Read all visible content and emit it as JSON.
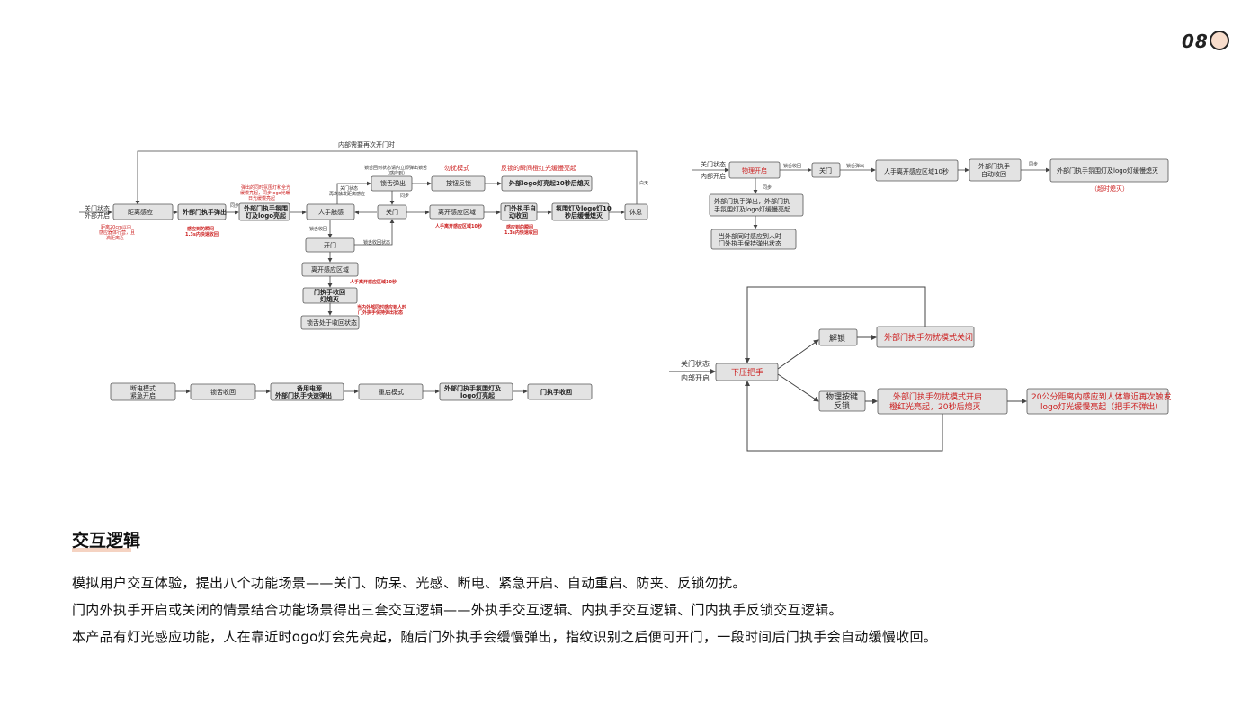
{
  "page": {
    "number": "08"
  },
  "flow1": {
    "top_loop_label": "内部需要再次开门时",
    "start_label_1": "关门状态",
    "start_label_2": "外部开启",
    "start_note_1": "距离20cm以内",
    "start_note_2": "感应器体行营，且",
    "start_note_3": "满距离近",
    "b_distance": "距离感应",
    "b_handle_out": "外部门执手弹出",
    "note_handle_1": "感应到的瞬间",
    "note_handle_2": "1.3s内快速收回",
    "b_light_1": "外部门执手氛围",
    "b_light_2": "灯及logo亮起",
    "note_light_1": "弹出的同时氛围灯和全光",
    "note_light_2": "缓慢亮起，同步logo光暖",
    "note_light_3": "日光缓慢亮起",
    "sync_1": "同步",
    "b_person": "人手触感",
    "note_lock_1": "关门状态",
    "note_lock_2": "再次触发距离感应",
    "b_tongue_out": "锁舌弹出",
    "note_tongue_1": "锁舌回到状态请内立即弹出锁舌",
    "note_tongue_2": "（感应到）",
    "b_close": "关门",
    "sync_2": "同步",
    "b_antiknock": "按钮反锁",
    "note_antiknock": "勿扰模式",
    "b_logo20": "外部logo灯亮起20秒后熄灭",
    "note_logo20": "反锁的瞬间橙红光缓慢亮起",
    "b_leave1": "离开感应区域",
    "note_leave1": "人手离开感应区域10秒",
    "b_handle_in_1": "门外执手自",
    "b_handle_in_2": "动收回",
    "note_handle_in_1": "感应到的瞬间",
    "note_handle_in_2": "1.3s内快速收回",
    "b_ambient_1": "氛围灯及logo灯10",
    "b_ambient_2": "秒后缓慢熄灭",
    "b_rest": "休息",
    "daylight": "白天",
    "note_tongue_back": "锁舌收回",
    "b_open": "开门",
    "note_open": "锁舌收回状态",
    "b_leave2": "离开感应区域",
    "note_leave2": "人手离开感应区域10秒",
    "b_handle_off_1": "门执手收回",
    "b_handle_off_2": "灯熄灭",
    "note_handle_off_1": "当内外部同时感应到人时",
    "note_handle_off_2": "门外执手保持弹出状态",
    "b_tongue_state": "锁舌处于收回状态"
  },
  "flow2": {
    "b1_1": "断电模式",
    "b1_2": "紧急开启",
    "b2": "锁舌收回",
    "b3_1": "备用电源",
    "b3_2": "外部门执手快速弹出",
    "b4": "重启模式",
    "b5_1": "外部门执手氛围灯及",
    "b5_2": "logo灯亮起",
    "b6": "门执手收回"
  },
  "flow3": {
    "start_1": "关门状态",
    "start_2": "内部开启",
    "b_physical": "物理开启",
    "note_tongue": "锁舌收回",
    "b_close": "关门",
    "note_pop": "锁舌弹出",
    "b_leave": "人手离开感应区域10秒",
    "b_auto_1": "外部门执手",
    "b_auto_2": "自动收回",
    "sync": "同步",
    "b_fade": "外部门执手氛围灯及logo灯缓慢熄灭",
    "note_timeout": "（超时熄灭）",
    "sync_2": "同步",
    "b_popout_1": "外部门执手弹出，外部门执",
    "b_popout_2": "手氛围灯及logo灯缓慢亮起",
    "b_keep_1": "当外部同时感应到人时",
    "b_keep_2": "门外执手保持弹出状态"
  },
  "flow4": {
    "start_1": "关门状态",
    "start_2": "内部开启",
    "b_press": "下压把手",
    "b_unlock": "解锁",
    "b_dnd_off": "外部门执手勿扰模式关闭",
    "b_key_1": "物理按键",
    "b_key_2": "反锁",
    "b_dnd_on_1": "外部门执手勿扰模式开启",
    "b_dnd_on_2": "橙红光亮起，20秒后熄灭",
    "b_near_1": "20公分距离内感应到人体靠近再次触发",
    "b_near_2": "logo灯光缓慢亮起（把手不弹出）"
  },
  "section": {
    "title": "交互逻辑",
    "p1": "模拟用户交互体验，提出八个功能场景——关门、防呆、光感、断电、紧急开启、自动重启、防夹、反锁勿扰。",
    "p2": "门内外执手开启或关闭的情景结合功能场景得出三套交互逻辑——外执手交互逻辑、内执手交互逻辑、门内执手反锁交互逻辑。",
    "p3": "本产品有灯光感应功能，人在靠近时ogo灯会先亮起，随后门外执手会缓慢弹出，指纹识别之后便可开门，一段时间后门执手会自动缓慢收回。"
  },
  "colors": {
    "accent": "#cc1f1f",
    "box_fill": "#e3e3e3",
    "underline": "#f5d3c2"
  }
}
